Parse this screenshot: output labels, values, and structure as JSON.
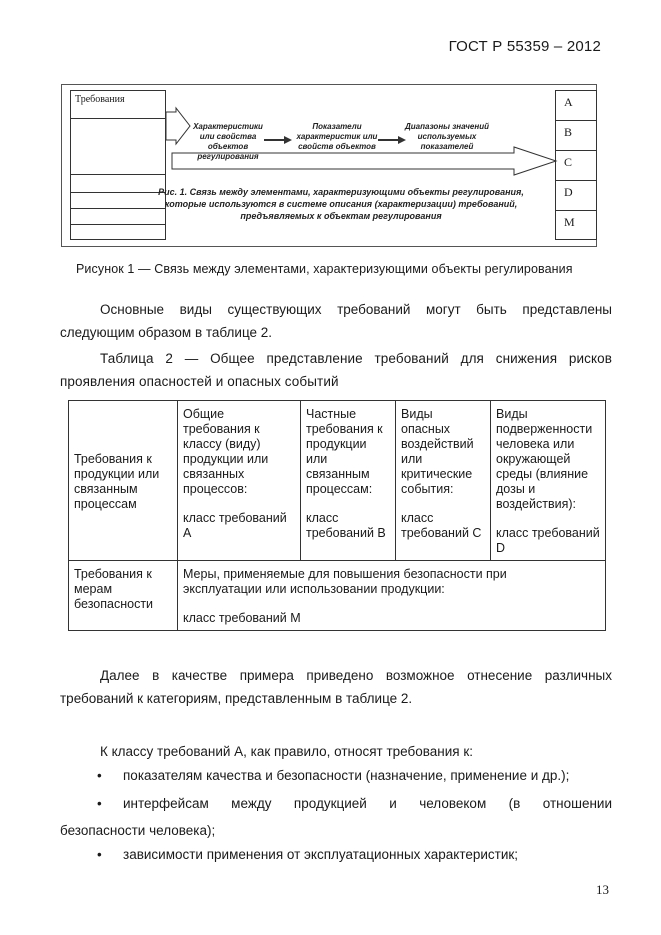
{
  "header": {
    "doc_id": "ГОСТ Р 55359 – 2012"
  },
  "figure": {
    "left_col_title": "Требования",
    "right_cells": [
      "A",
      "B",
      "C",
      "D",
      "M"
    ],
    "flow_labels": [
      "Характеристики или свойства объектов регулирования",
      "Показатели характеристик или свойств объектов",
      "Диапазоны значений используемых показателей"
    ],
    "inner_caption": "Рис. 1. Связь между элементами, характеризующими объекты регулирования, которые используются в системе описания (характеризации) требований, предъявляемых к объектам регулирования",
    "caption": "Рисунок 1 — Связь между элементами, характеризующими объекты регулирования"
  },
  "paragraphs": {
    "p1": "Основные виды существующих требований могут быть представлены следующим образом в таблице 2.",
    "table_title": "Таблица 2 — Общее представление требований для снижения рисков проявления опасностей и опасных событий",
    "p2": "Далее в качестве примера приведено возможное отнесение различных требований к категориям, представленным в таблице 2.",
    "p3": "К классу требований А, как правило, относят требования к:"
  },
  "table": {
    "r1": {
      "c1": "Требования к продукции или связанным процессам",
      "c2_desc": "Общие требования к классу (виду) продукции или связанных процессов:",
      "c2_class": "класс требований А",
      "c3_desc": "Частные требования к продукции или связанным процессам:",
      "c3_class": "класс требований В",
      "c4_desc": "Виды опасных воздействий или критические события:",
      "c4_class": "класс требований С",
      "c5_desc": "Виды подверженности человека или окружающей среды (влияние дозы и воздействия):",
      "c5_class": "класс требований D"
    },
    "r2": {
      "c1": "Требования к мерам безопасности",
      "c2_desc": "Меры, применяемые для повышения безопасности при эксплуатации или использовании продукции:",
      "c2_class": "класс требований М"
    }
  },
  "bullets": {
    "b1": "показателям качества и безопасности (назначение, применение и др.);",
    "b2a": "интерфейсам между продукцией и человеком (в отношении",
    "b2b": "безопасности человека);",
    "b3": "зависимости применения от эксплуатационных характеристик;"
  },
  "page_number": "13"
}
